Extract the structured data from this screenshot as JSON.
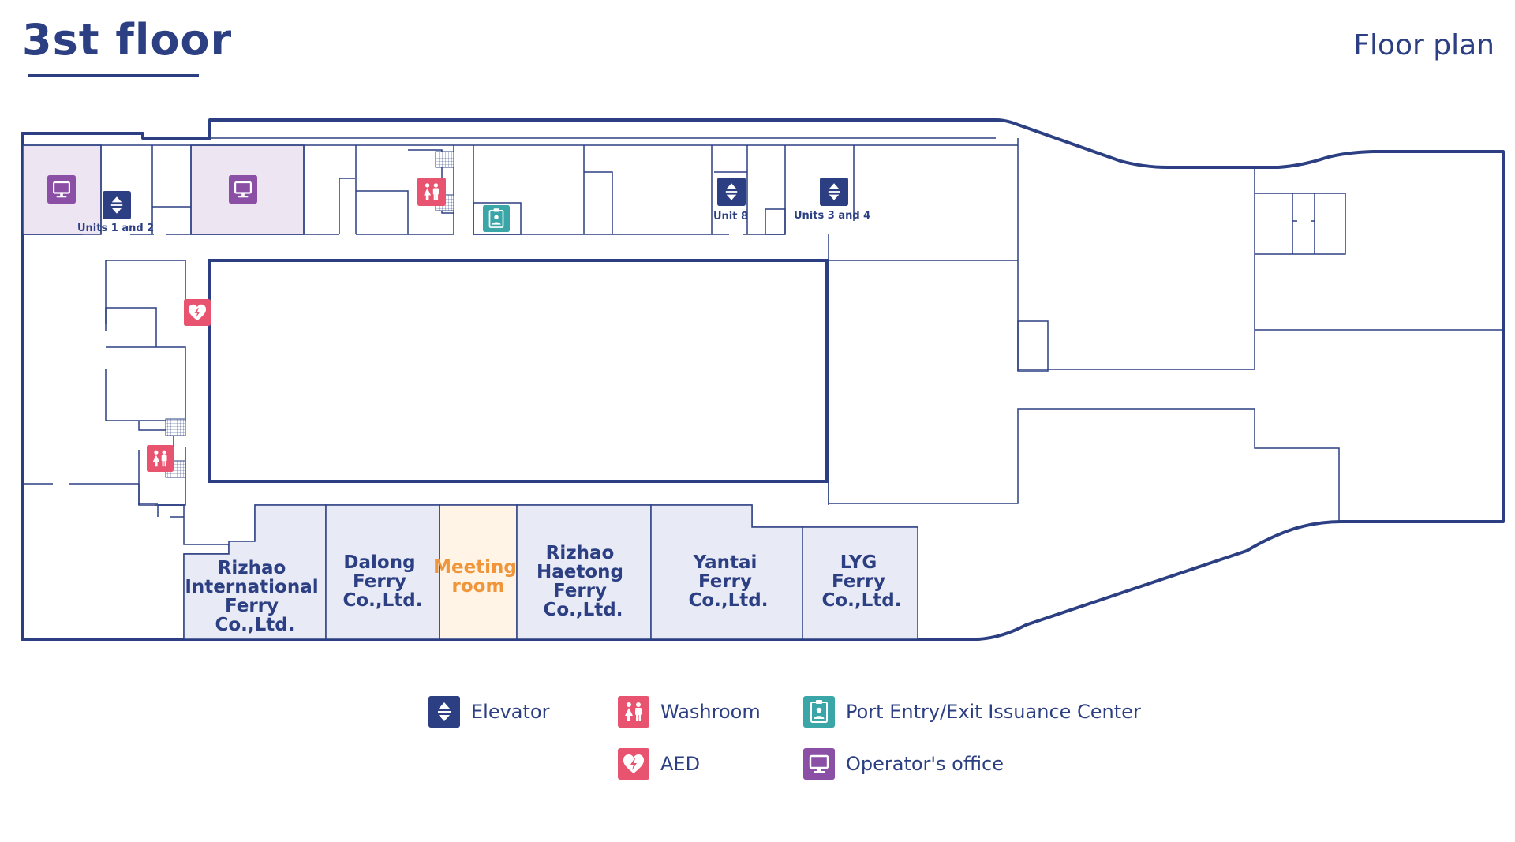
{
  "header": {
    "title": "3st floor",
    "subtitle": "Floor plan"
  },
  "colors": {
    "wall": "#2b3f82",
    "elevator": "#2b3f82",
    "washroom": "#e8536f",
    "aed": "#e8536f",
    "port_center": "#3aa6a8",
    "operator_office": "#8c4fa6",
    "office_fill": "#e8eaf5",
    "operator_fill": "#ede6f2",
    "meeting_fill": "#fff4e6",
    "meeting_text": "#f0953a"
  },
  "map": {
    "elevator_labels": {
      "units_1_2": "Units 1 and 2",
      "unit_8": "Unit 8",
      "units_3_4": "Units 3 and 4"
    },
    "offices": {
      "rizhao_international": [
        "Rizhao",
        "International",
        "Ferry",
        "Co.,Ltd."
      ],
      "dalong": [
        "Dalong",
        "Ferry",
        "Co.,Ltd."
      ],
      "meeting": [
        "Meeting",
        "room"
      ],
      "rizhao_haetong": [
        "Rizhao",
        "Haetong",
        "Ferry",
        "Co.,Ltd."
      ],
      "yantai": [
        "Yantai",
        "Ferry",
        "Co.,Ltd."
      ],
      "lyg": [
        "LYG",
        "Ferry",
        "Co.,Ltd."
      ]
    }
  },
  "legend": {
    "elevator": {
      "label": "Elevator",
      "icon": "elevator-icon"
    },
    "washroom": {
      "label": "Washroom",
      "icon": "washroom-icon"
    },
    "port_center": {
      "label": "Port Entry/Exit Issuance Center",
      "icon": "port-center-icon"
    },
    "aed": {
      "label": "AED",
      "icon": "aed-icon"
    },
    "operator_office": {
      "label": "Operator's office",
      "icon": "operator-office-icon"
    }
  }
}
